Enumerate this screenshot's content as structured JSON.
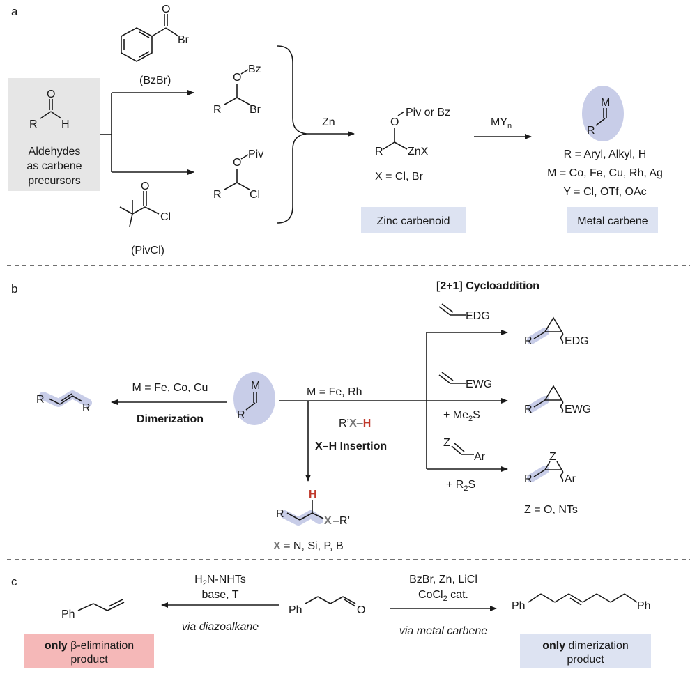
{
  "panels": [
    "a",
    "b",
    "c"
  ],
  "a": {
    "aldehyde_R": "R",
    "aldehyde_H": "H",
    "aldehyde_O": "O",
    "aldehyde_caption": [
      "Aldehydes",
      "as carbene",
      "precursors"
    ],
    "bzbr_label": "(BzBr)",
    "bzbr_Br": "Br",
    "bzbr_O": "O",
    "pivcl_label": "(PivCl)",
    "pivcl_Cl": "Cl",
    "pivcl_O": "O",
    "prod1_O": "O",
    "prod1_Bz": "Bz",
    "prod1_R": "R",
    "prod1_Br": "Br",
    "prod2_O": "O",
    "prod2_Piv": "Piv",
    "prod2_R": "R",
    "prod2_Cl": "Cl",
    "zn_label": "Zn",
    "carbenoid_O": "O",
    "carbenoid_group": "Piv or Bz",
    "carbenoid_R": "R",
    "carbenoid_ZnX": "ZnX",
    "carbenoid_X": "X = Cl, Br",
    "carbenoid_box": "Zinc carbenoid",
    "myn_label": "MY",
    "myn_sub": "n",
    "carbene_M": "M",
    "carbene_R": "R",
    "carbene_defs": [
      "R = Aryl, Alkyl, H",
      "M = Co, Fe, Cu, Rh, Ag",
      "Y = Cl, OTf, OAc"
    ],
    "carbene_box": "Metal carbene"
  },
  "b": {
    "carbene_M": "M",
    "carbene_R": "R",
    "dimer_cond": "M = Fe, Co, Cu",
    "dimer_label": "Dimerization",
    "dimer_R1": "R",
    "dimer_R2": "R",
    "insertion_cond": "M = Fe, Rh",
    "insertion_reagent_pre": "R’",
    "insertion_reagent_X": "X",
    "insertion_reagent_dash": "–",
    "insertion_reagent_H": "H",
    "insertion_label": "X–H Insertion",
    "insertion_prod_H": "H",
    "insertion_prod_R": "R",
    "insertion_prod_X": "X",
    "insertion_prod_R2": "–R’",
    "insertion_X_def_X": "X",
    "insertion_X_def": " = N, Si, P, B",
    "cyclo_title": "[2+1] Cycloaddition",
    "edg_reagent": "EDG",
    "edg_prod_R": "R",
    "edg_prod": "EDG",
    "ewg_reagent": "EWG",
    "ewg_additive": "+ Me",
    "ewg_additive_sub": "2",
    "ewg_additive_end": "S",
    "ewg_prod_R": "R",
    "ewg_prod": "EWG",
    "z_reagent_Z": "Z",
    "z_reagent_Ar": "Ar",
    "z_additive": "+ R",
    "z_additive_sub": "2",
    "z_additive_end": "S",
    "z_prod_Z": "Z",
    "z_prod_R": "R",
    "z_prod_Ar": "Ar",
    "z_def": "Z = O, NTs"
  },
  "c": {
    "start_Ph": "Ph",
    "start_O": "O",
    "left_cond": [
      "H",
      "2",
      "N-NHTs",
      "base, T"
    ],
    "left_via": "via diazoalkane",
    "left_prod_Ph": "Ph",
    "left_box_bold": "only",
    "left_box_rest": " β-elimination",
    "left_box_line2": "product",
    "right_cond_line1": "BzBr, Zn, LiCl",
    "right_cond_line2_a": "CoCl",
    "right_cond_line2_sub": "2",
    "right_cond_line2_b": " cat.",
    "right_via": "via metal carbene",
    "right_prod_Ph1": "Ph",
    "right_prod_Ph2": "Ph",
    "right_box_bold": "only",
    "right_box_rest": " dimerization",
    "right_box_line2": "product"
  },
  "colors": {
    "highlight": "#c8cde8",
    "grey_box": "#e6e6e6",
    "blue_box": "#dde3f2",
    "pink_box": "#f5b8b8",
    "accent_red": "#c0392b"
  }
}
